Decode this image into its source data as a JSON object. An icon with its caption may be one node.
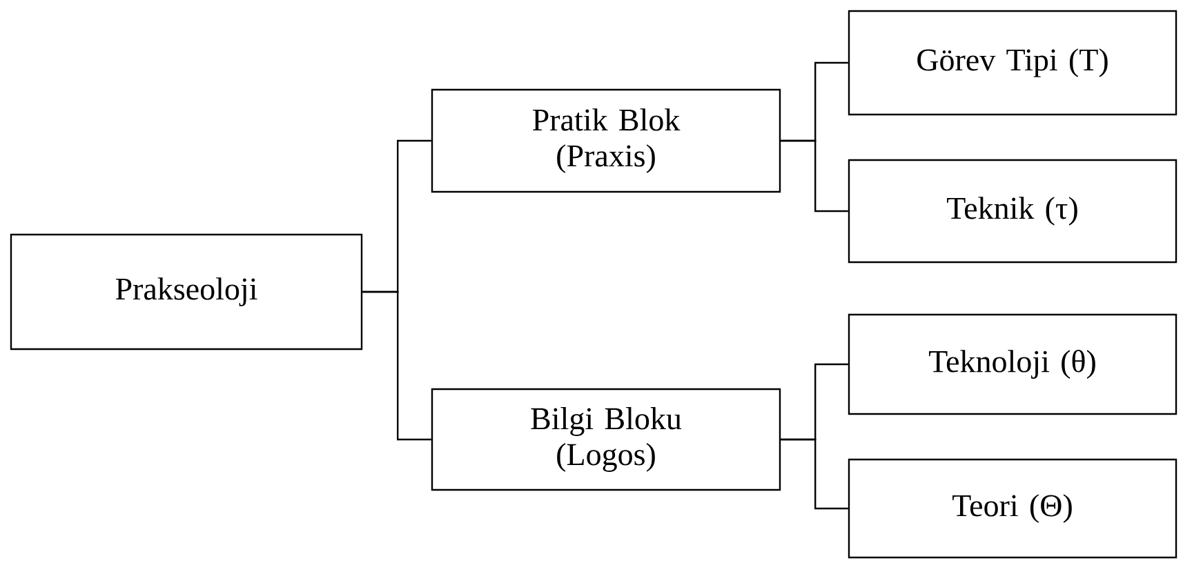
{
  "diagram": {
    "nodes": [
      {
        "text": [
          "Prakseoloji"
        ]
      },
      {
        "text": [
          "Pratik Blok (Praxis)"
        ]
      },
      {
        "text": [
          "Bilgi Bloku (Logos)"
        ]
      },
      {
        "text": [
          "Görev Tipi (T)"
        ]
      },
      {
        "text": [
          "Teknik (τ)"
        ]
      },
      {
        "text": [
          "Teknoloji (θ)"
        ]
      },
      {
        "text": [
          "Teori (Θ)"
        ]
      }
    ],
    "edges": [
      {
        "from": 0,
        "to": 1,
        "arrow": "none"
      },
      {
        "from": 0,
        "to": 2,
        "arrow": "none"
      },
      {
        "from": 1,
        "to": 3,
        "arrow": "none"
      },
      {
        "from": 1,
        "to": 4,
        "arrow": "none"
      },
      {
        "from": 2,
        "to": 5,
        "arrow": "none"
      },
      {
        "from": 2,
        "to": 6,
        "arrow": "none"
      }
    ]
  }
}
